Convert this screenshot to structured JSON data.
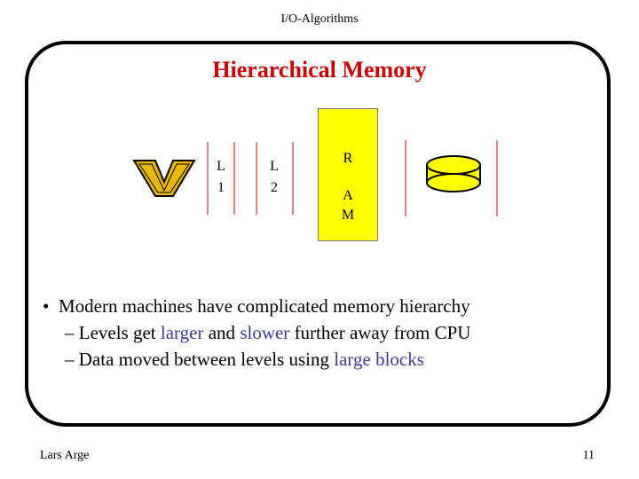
{
  "header": {
    "title": "I/O-Algorithms"
  },
  "slide": {
    "title": "Hierarchical Memory"
  },
  "diagram": {
    "l1": {
      "line1": "L",
      "line2": "1"
    },
    "l2": {
      "line1": "L",
      "line2": "2"
    },
    "ram": {
      "line1": "R",
      "line2": "A",
      "line3": "M"
    },
    "colors": {
      "ram_fill": "#ffff00",
      "separator": "#cc0000",
      "cpu_fill": "#e8b800"
    },
    "icons": {
      "cpu": "cpu-v-chip-icon",
      "disk": "disk-cylinder-icon"
    }
  },
  "bullets": {
    "main": {
      "bullet": "•",
      "text": "Modern machines have complicated memory hierarchy"
    },
    "sub1": {
      "dash": "–",
      "pre": "Levels get",
      "hl1": "larger",
      "mid": "and",
      "hl2": "slower",
      "post": "further away from CPU"
    },
    "sub2": {
      "dash": "–",
      "pre": "Data moved between levels using",
      "hl": "large blocks"
    },
    "highlight_color": "#3b3b9a"
  },
  "footer": {
    "author": "Lars Arge",
    "page": "11"
  }
}
